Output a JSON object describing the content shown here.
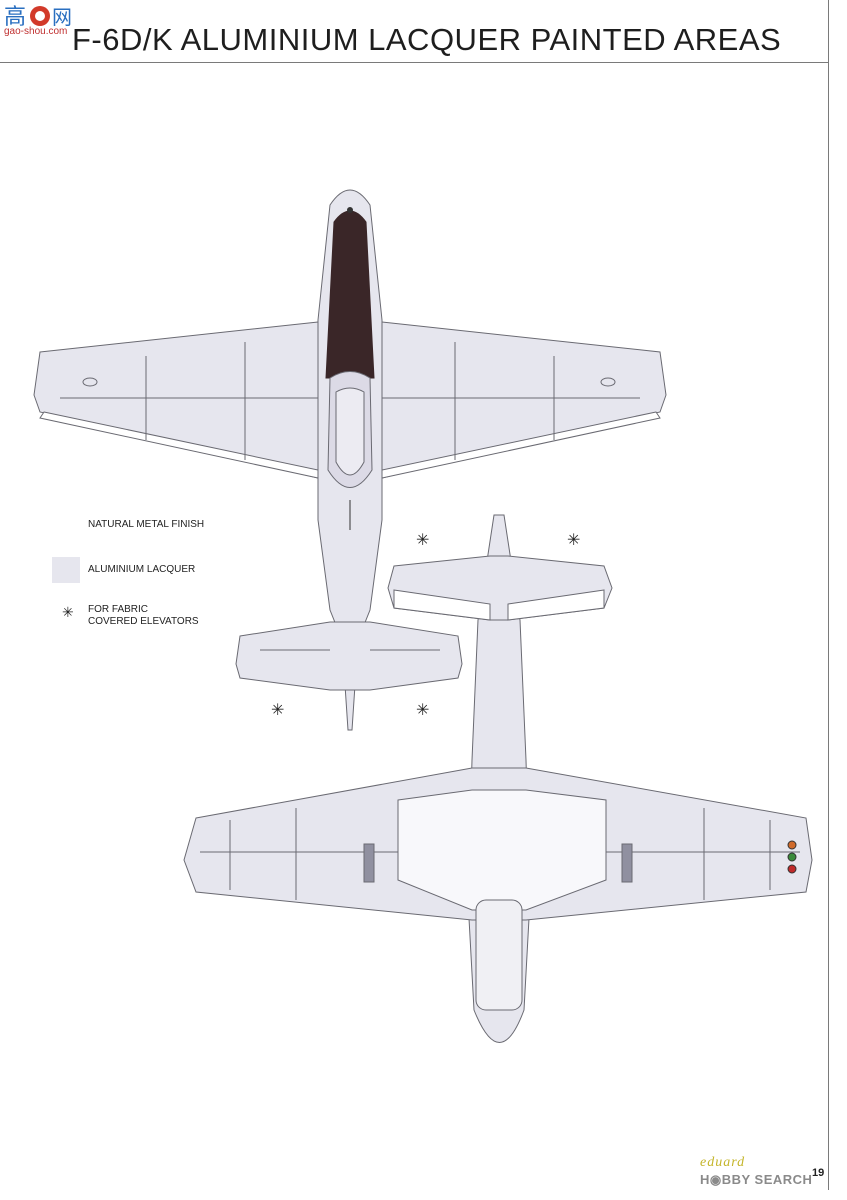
{
  "header": {
    "title": "F-6D/K  ALUMINIUM LACQUER PAINTED AREAS",
    "watermark_top": "高手网",
    "watermark_top_sub": "gao-shou.com"
  },
  "legend": {
    "items": [
      {
        "label": "NATURAL METAL FINISH",
        "color": "#ffffff"
      },
      {
        "label": "ALUMINIUM LACQUER",
        "color": "#e6e6ee"
      }
    ],
    "fabric_line1": "FOR FABRIC",
    "fabric_line2": "COVERED ELEVATORS",
    "fabric_symbol": "✳"
  },
  "colors": {
    "lacquer": "#e6e6ee",
    "panel_line": "#6a6a72",
    "antiglare": "#3a2628",
    "canopy": "#dcdae6"
  },
  "footer": {
    "brand": "eduard",
    "page_number": "19",
    "watermark_bottom": "H◉BBY SEARCH"
  }
}
